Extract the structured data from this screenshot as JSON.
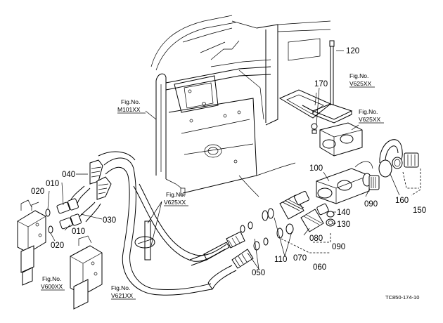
{
  "parts": [
    {
      "id": "p120",
      "label": "120"
    },
    {
      "id": "p170",
      "label": "170"
    },
    {
      "id": "p100",
      "label": "100"
    },
    {
      "id": "p090a",
      "label": "090"
    },
    {
      "id": "p160",
      "label": "160"
    },
    {
      "id": "p150",
      "label": "150"
    },
    {
      "id": "p140",
      "label": "140"
    },
    {
      "id": "p130",
      "label": "130"
    },
    {
      "id": "p080",
      "label": "080"
    },
    {
      "id": "p090b",
      "label": "090"
    },
    {
      "id": "p070",
      "label": "070"
    },
    {
      "id": "p060",
      "label": "060"
    },
    {
      "id": "p110",
      "label": "110"
    },
    {
      "id": "p050",
      "label": "050"
    },
    {
      "id": "p040",
      "label": "040"
    },
    {
      "id": "p010a",
      "label": "010"
    },
    {
      "id": "p020a",
      "label": "020"
    },
    {
      "id": "p030",
      "label": "030"
    },
    {
      "id": "p010b",
      "label": "010"
    },
    {
      "id": "p020b",
      "label": "020"
    }
  ],
  "figrefs": [
    {
      "id": "m101",
      "title": "Fig.No.",
      "code": "M101XX"
    },
    {
      "id": "v625a",
      "title": "Fig.No.",
      "code": "V625XX"
    },
    {
      "id": "v625b",
      "title": "Fig.No.",
      "code": "V625XX"
    },
    {
      "id": "v625c",
      "title": "Fig.No.",
      "code": "V625XX"
    },
    {
      "id": "v600",
      "title": "Fig.No.",
      "code": "V600XX"
    },
    {
      "id": "v621",
      "title": "Fig.No.",
      "code": "V621XX"
    }
  ],
  "drawing_code": "TC850-174-10"
}
